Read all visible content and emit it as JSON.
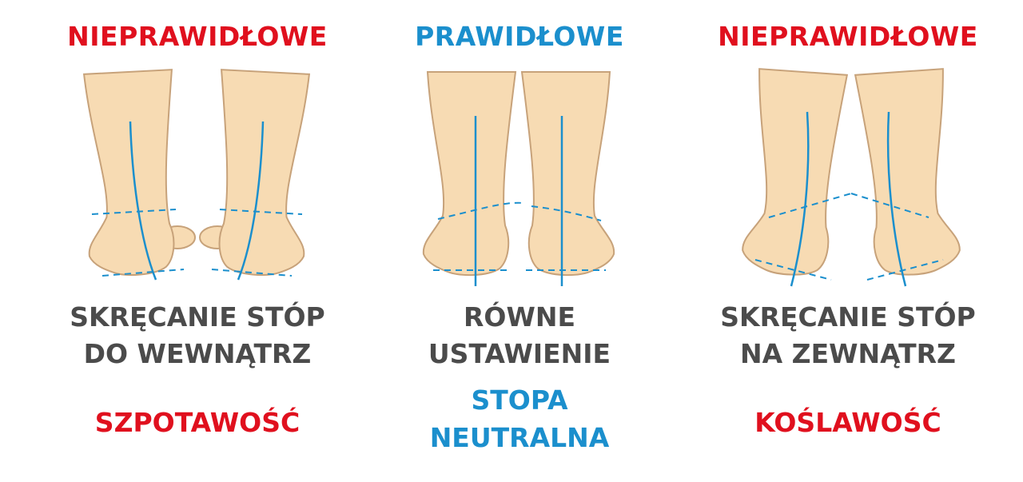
{
  "colors": {
    "red": "#e0101e",
    "blue": "#1b8fcd",
    "gray": "#4b4b4b",
    "skin": "#f7dbb3",
    "outline": "#c7a27a"
  },
  "columns": [
    {
      "heading": "NIEPRAWIDŁOWE",
      "caption_line1": "SKRĘCANIE STÓP",
      "caption_line2": "DO WEWNĄTRZ",
      "label_line1": "SZPOTAWOŚĆ"
    },
    {
      "heading": "PRAWIDŁOWE",
      "caption_line1": "RÓWNE",
      "caption_line2": "USTAWIENIE",
      "label_line1": "STOPA",
      "label_line2": "NEUTRALNA"
    },
    {
      "heading": "NIEPRAWIDŁOWE",
      "caption_line1": "SKRĘCANIE STÓP",
      "caption_line2": "NA ZEWNĄTRZ",
      "label_line1": "KOŚLAWOŚĆ"
    }
  ]
}
